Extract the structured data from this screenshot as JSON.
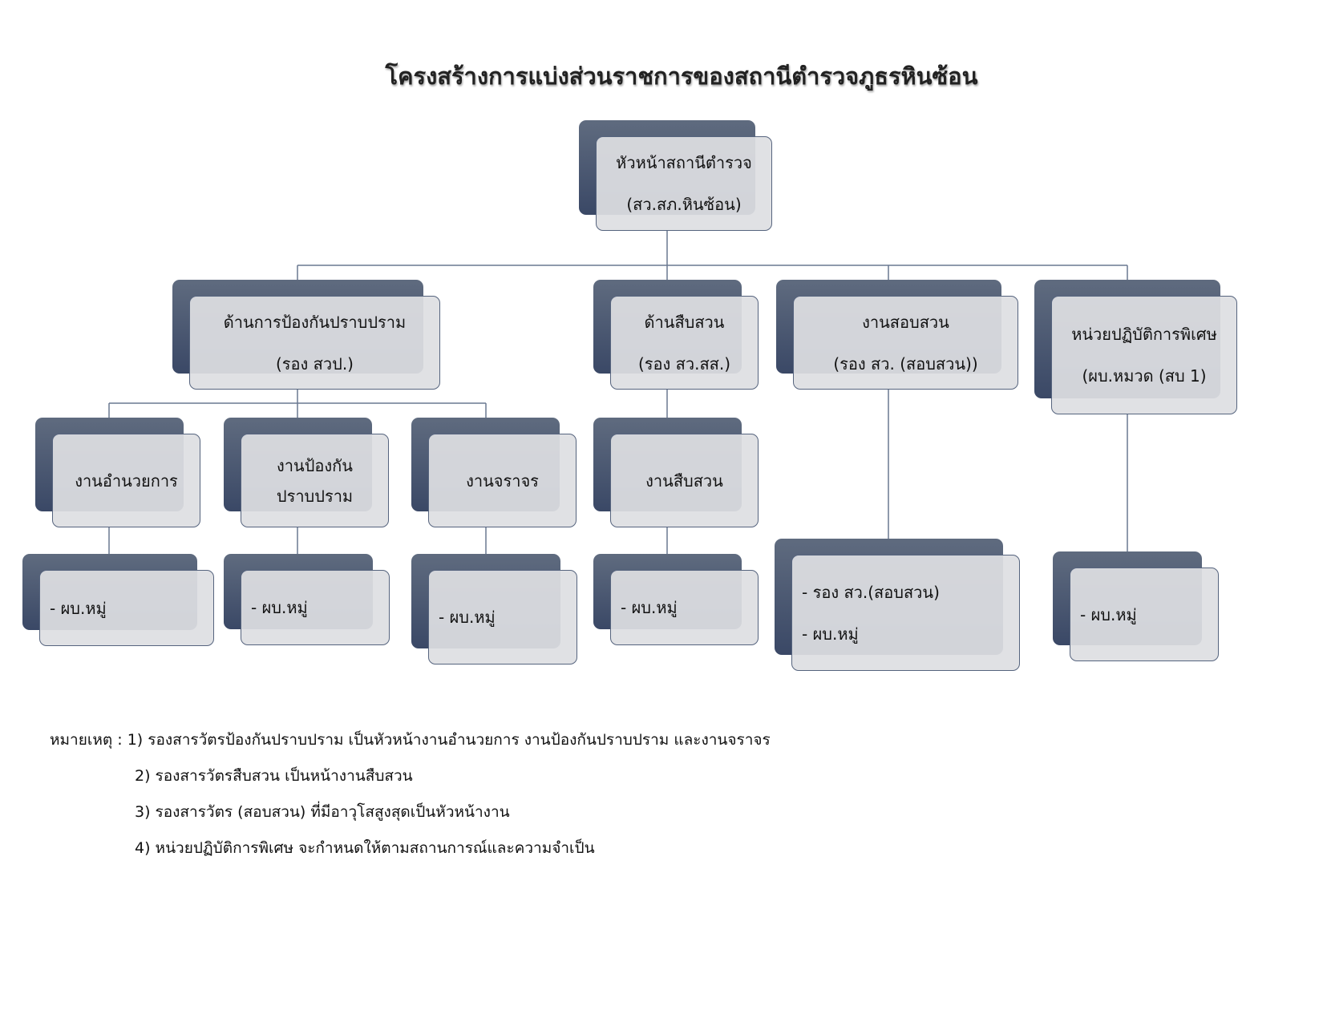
{
  "title": "โครงสร้างการแบ่งส่วนราชการของสถานีตำรวจภูธรหินซ้อน",
  "nodes": {
    "head": [
      "หัวหน้าสถานีตำรวจ",
      "(สว.สภ.หินซ้อน)"
    ],
    "prevention": [
      "ด้านการป้องกันปราบปราม",
      "(รอง สวป.)"
    ],
    "investigation": [
      "ด้านสืบสวน",
      "(รอง สว.สส.)"
    ],
    "inquiry": [
      "งานสอบสวน",
      "(รอง สว. (สอบสวน))"
    ],
    "special": [
      "หน่วยปฏิบัติการพิเศษ",
      "(ผบ.หมวด (สบ 1)"
    ],
    "admin": [
      "งานอำนวยการ"
    ],
    "prevent_unit": [
      "งานป้องกัน",
      "ปราบปราม"
    ],
    "traffic": [
      "งานจราจร"
    ],
    "invest_unit": [
      "งานสืบสวน"
    ],
    "admin_sub": [
      "- ผบ.หมู่"
    ],
    "prevent_sub": [
      "- ผบ.หมู่"
    ],
    "traffic_sub": [
      "- ผบ.หมู่"
    ],
    "invest_sub": [
      "- ผบ.หมู่"
    ],
    "inquiry_sub": [
      "- รอง สว.(สอบสวน)",
      "- ผบ.หมู่"
    ],
    "special_sub": [
      "- ผบ.หมู่"
    ]
  },
  "notes": {
    "label": "หมายเหตุ : ",
    "items": [
      "1) รองสารวัตรป้องกันปราบปราม เป็นหัวหน้างานอำนวยการ งานป้องกันปราบปราม และงานจราจร",
      "2) รองสารวัตรสืบสวน เป็นหน้างานสืบสวน",
      "3) รองสารวัตร (สอบสวน) ที่มีอาวุโสสูงสุดเป็นหัวหน้างาน",
      "4) หน่วยปฏิบัติการพิเศษ จะกำหนดให้ตามสถานการณ์และความจำเป็น"
    ]
  }
}
